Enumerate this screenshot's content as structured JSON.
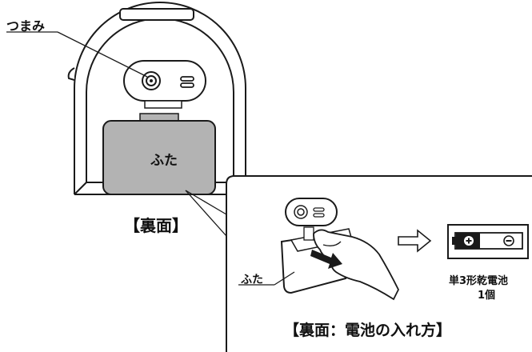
{
  "labels": {
    "knob": "つまみ",
    "cover_main": "ふた",
    "back_side": "【裏面】",
    "cover_inset": "ふた",
    "battery_type": "単3形乾電池",
    "battery_qty": "1個",
    "inset_title": "【裏面：電池の入れ方】"
  },
  "colors": {
    "outline": "#1a1a1a",
    "cover_fill": "#b3b3b3",
    "page": "#ffffff"
  }
}
